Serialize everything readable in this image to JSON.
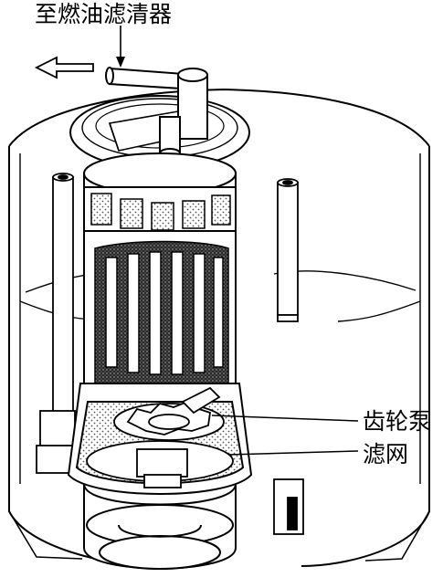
{
  "labels": {
    "to_fuel_filter": "至燃油滤清器",
    "gear_pump": "齿轮泵",
    "filter_screen": "滤网"
  },
  "colors": {
    "line": "#000000",
    "background": "#ffffff",
    "shade": "#c8c8c8",
    "dark": "#1a1a1a"
  }
}
